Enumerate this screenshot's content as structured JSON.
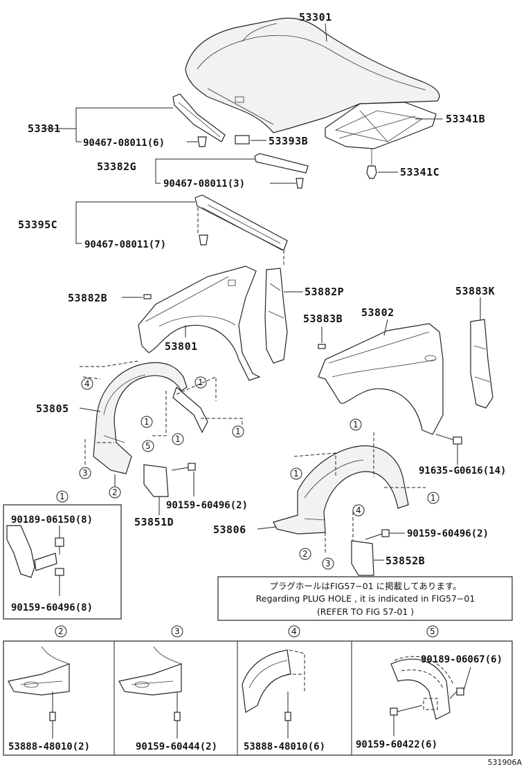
{
  "labels": {
    "p53301": "53301",
    "p53381": "53381",
    "p90467_6": "90467-08011(6)",
    "p53393B": "53393B",
    "p53341B": "53341B",
    "p53382G": "53382G",
    "p90467_3": "90467-08011(3)",
    "p53341C": "53341C",
    "p53395C": "53395C",
    "p90467_7": "90467-08011(7)",
    "p53882B": "53882B",
    "p53882P": "53882P",
    "p53883K": "53883K",
    "p53883B": "53883B",
    "p53802": "53802",
    "p53801": "53801",
    "p53805": "53805",
    "p91635": "91635-G0616(14)",
    "p90159_2a": "90159-60496(2)",
    "p53851D": "53851D",
    "p53806": "53806",
    "p90159_2b": "90159-60496(2)",
    "p53852B": "53852B",
    "p90189_8": "90189-06150(8)",
    "p90159_8": "90159-60496(8)",
    "p90189_6": "90189-06067(6)",
    "p53888_2": "53888-48010(2)",
    "p90159_60444": "90159-60444(2)",
    "p53888_6": "53888-48010(6)",
    "p90159_60422": "90159-60422(6)"
  },
  "callouts": {
    "c1": "1",
    "c2": "2",
    "c3": "3",
    "c4": "4",
    "c5": "5"
  },
  "note": {
    "line1": "プラグホールはFIG57−01 に掲載してあります。",
    "line2": "Regarding  PLUG  HOLE , it  is  indicated  in  FIG57−01",
    "line3": "(REFER TO FIG 57-01  )"
  },
  "figure_id": "531906A"
}
